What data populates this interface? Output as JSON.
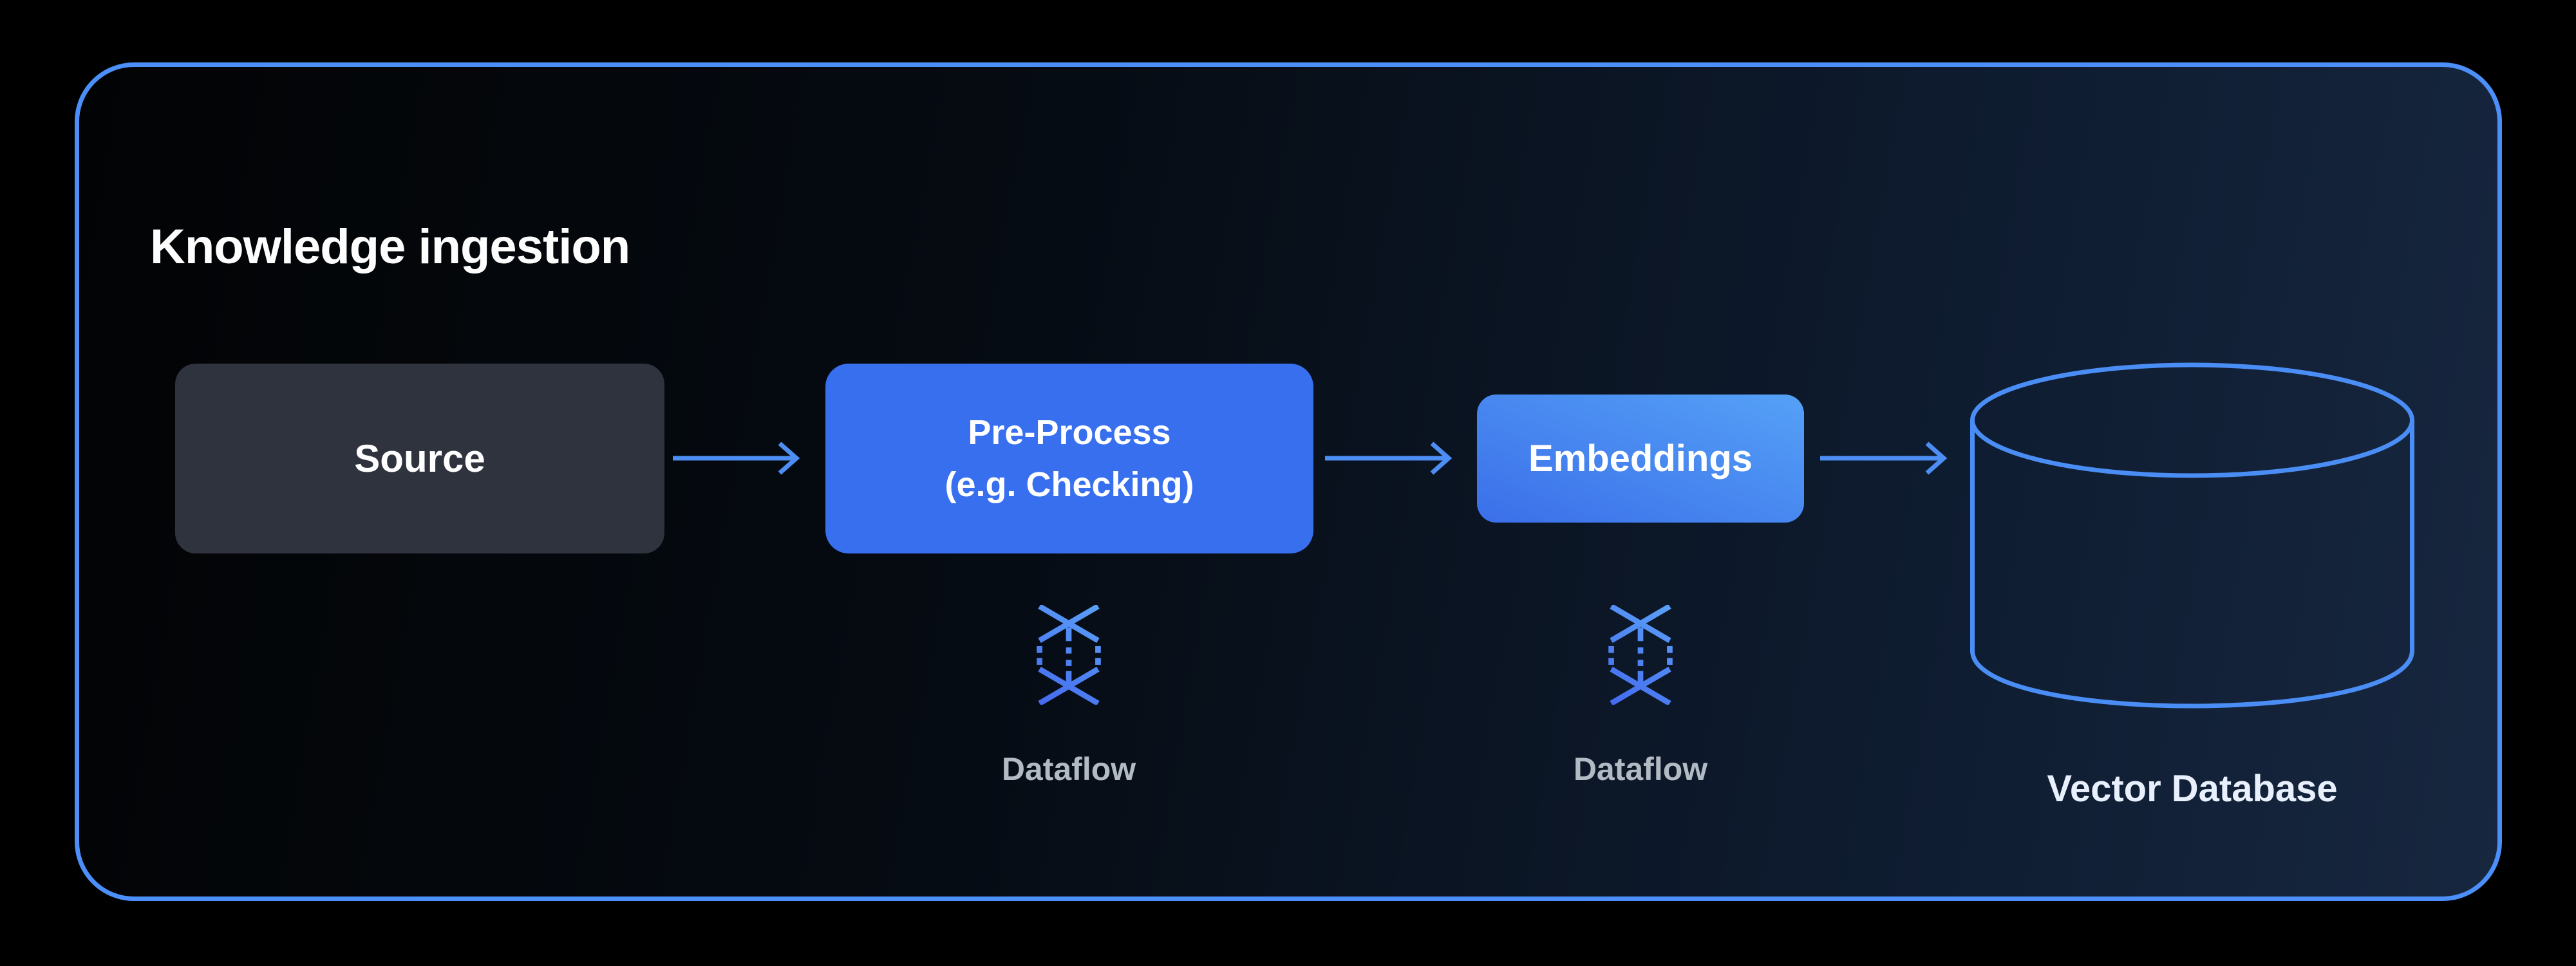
{
  "title": "Knowledge ingestion",
  "nodes": {
    "source": {
      "label": "Source"
    },
    "preprocess": {
      "line1": "Pre-Process",
      "line2": "(e.g. Checking)"
    },
    "embeddings": {
      "label": "Embeddings"
    },
    "vector_db": {
      "label": "Vector Database"
    }
  },
  "annotations": {
    "dataflow1": {
      "icon": "dataflow-icon",
      "label": "Dataflow"
    },
    "dataflow2": {
      "icon": "dataflow-icon",
      "label": "Dataflow"
    }
  },
  "arrows": [
    {
      "from": "source",
      "to": "preprocess"
    },
    {
      "from": "preprocess",
      "to": "embeddings"
    },
    {
      "from": "embeddings",
      "to": "vector_db"
    }
  ],
  "colors": {
    "page_background": "#000000",
    "panel_border": "#4c8ff8",
    "panel_bg_left": "#020304",
    "panel_bg_right": "#17273f",
    "source_box": "#2f333e",
    "process_box": "#386fef",
    "embeddings_gradient_start": "#3b6fe9",
    "embeddings_gradient_end": "#55a1f7",
    "arrow": "#4d8ef5",
    "cylinder_stroke": "#4a8df5",
    "title_text": "#fdfdfd",
    "node_text": "#ffffff",
    "dataflow_label": "#b2bac4",
    "vector_db_label": "#e9f0fd"
  }
}
